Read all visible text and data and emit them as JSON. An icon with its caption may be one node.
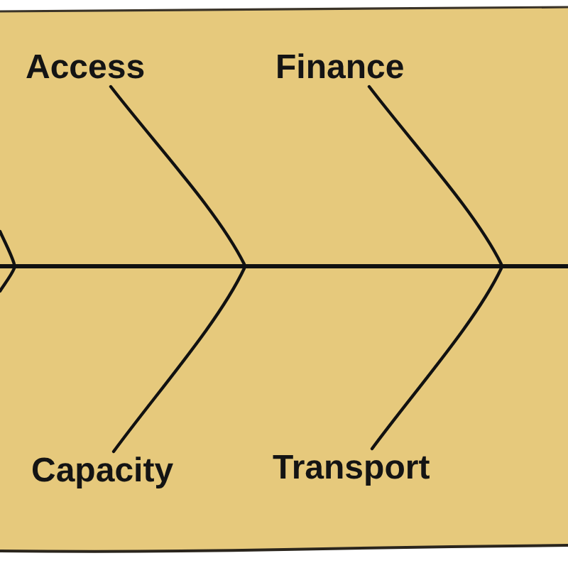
{
  "diagram": {
    "nodes": [
      {
        "text": [
          "Access"
        ]
      },
      {
        "text": [
          "Finance"
        ]
      },
      {
        "text": [],
        "shape": "line"
      },
      {
        "text": [
          "Capacity"
        ]
      },
      {
        "text": [
          "Transport"
        ]
      }
    ],
    "edges": [
      {
        "from": 0,
        "to": 2,
        "arrow": "none"
      },
      {
        "from": 1,
        "to": 2,
        "arrow": "none"
      },
      {
        "from": 3,
        "to": 2,
        "arrow": "none"
      },
      {
        "from": 4,
        "to": 2,
        "arrow": "none"
      },
      {
        "from": null,
        "to": 2,
        "arrow": "none"
      },
      {
        "from": null,
        "to": 2,
        "arrow": "none"
      }
    ]
  }
}
